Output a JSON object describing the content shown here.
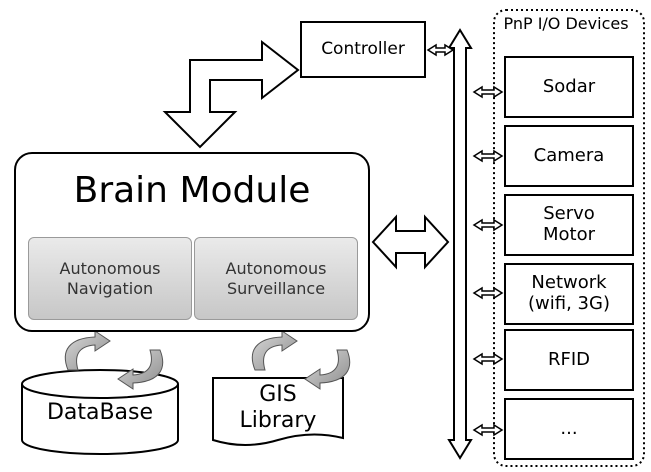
{
  "controller": {
    "label": "Controller"
  },
  "brain": {
    "title": "Brain Module",
    "modules": [
      {
        "label": "Autonomous Navigation"
      },
      {
        "label": "Autonomous Surveillance"
      }
    ]
  },
  "pnp": {
    "title": "PnP I/O Devices",
    "devices": [
      {
        "label": "Sodar"
      },
      {
        "label": "Camera"
      },
      {
        "label": "Servo Motor"
      },
      {
        "label": "Network (wifi, 3G)"
      },
      {
        "label": "RFID"
      },
      {
        "label": "..."
      }
    ]
  },
  "storage": {
    "database": "DataBase",
    "gis": "GIS Library"
  }
}
